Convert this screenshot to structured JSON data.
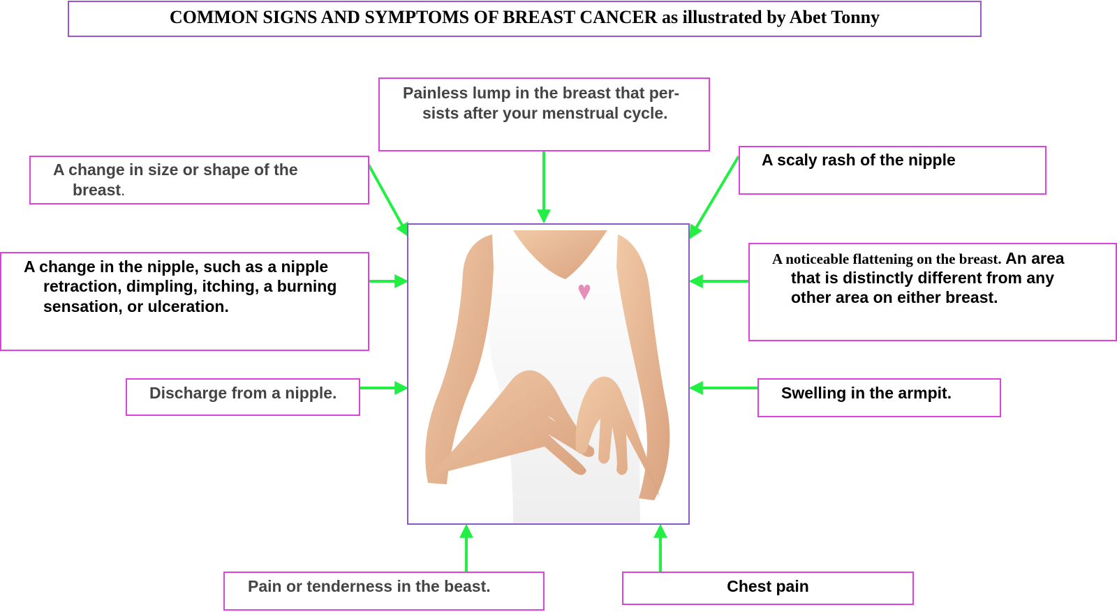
{
  "title": "COMMON SIGNS AND SYMPTOMS OF BREAST CANCER as illustrated by Abet Tonny",
  "colors": {
    "arrow": "#22ee44",
    "box_border": "#e040e0",
    "title_border": "#9b55c9",
    "photo_border": "#8a5ac8",
    "grey_text": "#444444"
  },
  "center_image": {
    "subject": "woman in white top holding hands over chest",
    "icon": "breast-exam-photo"
  },
  "symptoms": {
    "top": {
      "line1": "Painless lump in the breast that per-",
      "line2": "sists after your menstrual cycle."
    },
    "left_top": {
      "line1": "A change in size or shape of the",
      "line2": "breast",
      "line2_suffix": "."
    },
    "left_middle": {
      "line1": "A change in the nipple, such as a nipple",
      "line2": "retraction, dimpling, itching, a burning",
      "line3": "sensation, or ulceration."
    },
    "left_bottom": "Discharge from a nipple.",
    "right_top": "A scaly rash of the nipple",
    "right_middle": {
      "line1_serif": "A noticeable flattening on the breast.",
      "line1_sans": " An area",
      "line2": "that is distinctly different from any",
      "line3": "other area on either breast."
    },
    "right_bottom": "Swelling in the armpit.",
    "bottom_left": "Pain or tenderness in the beast.",
    "bottom_right": "Chest pain"
  }
}
